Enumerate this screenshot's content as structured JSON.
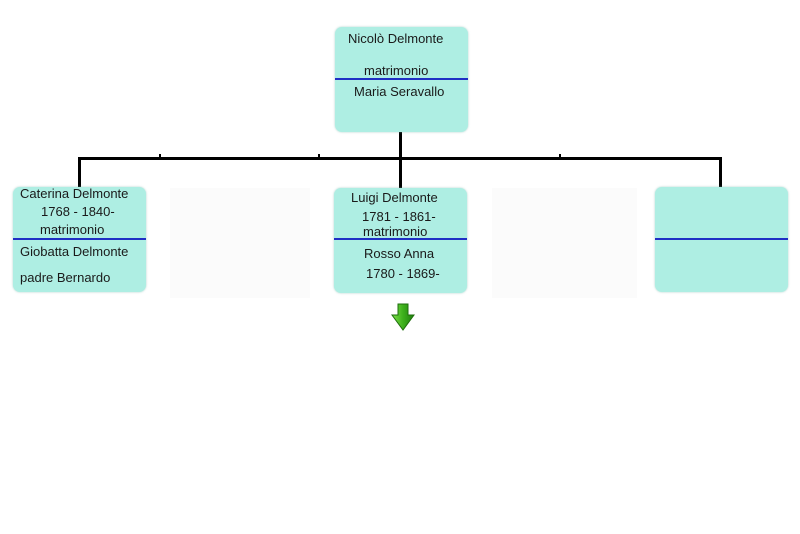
{
  "root": {
    "name": "Nicolò Delmonte",
    "marriage": "matrimonio",
    "spouse": "Maria Seravallo"
  },
  "children": [
    {
      "name": "Caterina Delmonte",
      "dates": "1768 - 1840-",
      "marriage": "matrimonio",
      "spouse": "Giobatta Delmonte",
      "spouse_note": "padre Bernardo"
    },
    {
      "name": "Luigi Delmonte",
      "dates": "1781 - 1861-",
      "marriage": "matrimonio",
      "spouse": "Rosso Anna",
      "spouse_dates": "1780 - 1869-"
    },
    {}
  ],
  "colors": {
    "card_fill": "#aeeee3",
    "separator": "#1f2fc4",
    "connector": "#000000",
    "expand_arrow": "#3db01c"
  },
  "icons": {
    "expand": "down-arrow-icon"
  }
}
